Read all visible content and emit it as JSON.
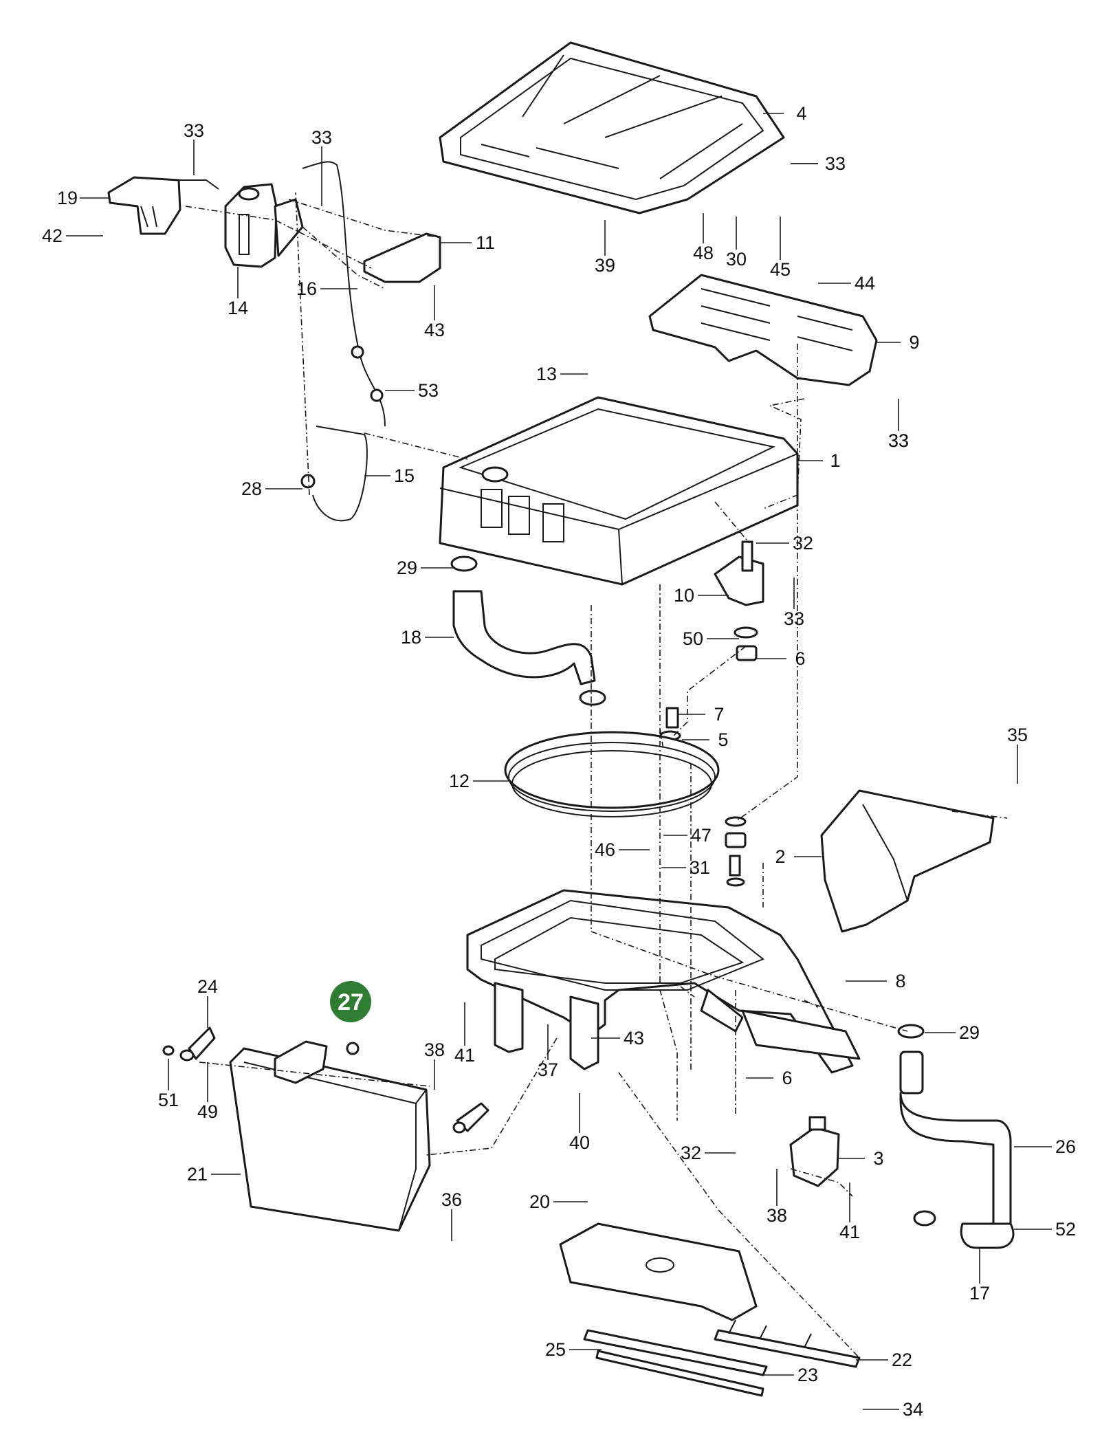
{
  "highlight": {
    "label": "27",
    "color": "#2e7d32"
  },
  "callouts": [
    {
      "label": "4"
    },
    {
      "label": "33"
    },
    {
      "label": "33"
    },
    {
      "label": "19"
    },
    {
      "label": "42"
    },
    {
      "label": "33"
    },
    {
      "label": "11"
    },
    {
      "label": "14"
    },
    {
      "label": "16"
    },
    {
      "label": "43"
    },
    {
      "label": "39"
    },
    {
      "label": "48"
    },
    {
      "label": "30"
    },
    {
      "label": "45"
    },
    {
      "label": "44"
    },
    {
      "label": "9"
    },
    {
      "label": "33"
    },
    {
      "label": "13"
    },
    {
      "label": "53"
    },
    {
      "label": "1"
    },
    {
      "label": "28"
    },
    {
      "label": "15"
    },
    {
      "label": "32"
    },
    {
      "label": "29"
    },
    {
      "label": "10"
    },
    {
      "label": "33"
    },
    {
      "label": "50"
    },
    {
      "label": "18"
    },
    {
      "label": "6"
    },
    {
      "label": "7"
    },
    {
      "label": "5"
    },
    {
      "label": "35"
    },
    {
      "label": "12"
    },
    {
      "label": "47"
    },
    {
      "label": "46"
    },
    {
      "label": "2"
    },
    {
      "label": "31"
    },
    {
      "label": "8"
    },
    {
      "label": "24"
    },
    {
      "label": "29"
    },
    {
      "label": "41"
    },
    {
      "label": "43"
    },
    {
      "label": "38"
    },
    {
      "label": "51"
    },
    {
      "label": "37"
    },
    {
      "label": "49"
    },
    {
      "label": "6"
    },
    {
      "label": "26"
    },
    {
      "label": "40"
    },
    {
      "label": "32"
    },
    {
      "label": "3"
    },
    {
      "label": "21"
    },
    {
      "label": "36"
    },
    {
      "label": "20"
    },
    {
      "label": "38"
    },
    {
      "label": "41"
    },
    {
      "label": "52"
    },
    {
      "label": "17"
    },
    {
      "label": "25"
    },
    {
      "label": "22"
    },
    {
      "label": "23"
    },
    {
      "label": "34"
    },
    {
      "label": "33"
    }
  ]
}
